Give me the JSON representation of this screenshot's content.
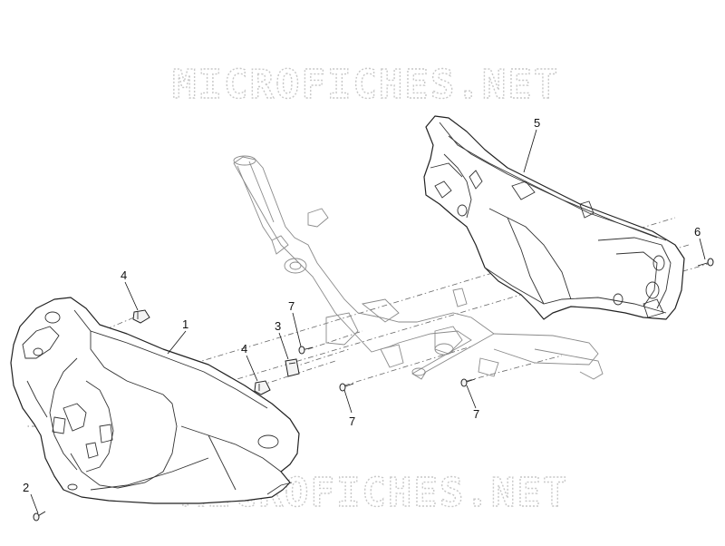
{
  "watermark": {
    "top": "MICROFICHES.NET",
    "bottom": "MICROFICHES.NET"
  },
  "callouts": [
    {
      "id": "c1",
      "label": "1"
    },
    {
      "id": "c2",
      "label": "2"
    },
    {
      "id": "c3",
      "label": "3"
    },
    {
      "id": "c4a",
      "label": "4"
    },
    {
      "id": "c4b",
      "label": "4"
    },
    {
      "id": "c5",
      "label": "5"
    },
    {
      "id": "c6",
      "label": "6"
    },
    {
      "id": "c7a",
      "label": "7"
    },
    {
      "id": "c7b",
      "label": "7"
    },
    {
      "id": "c7c",
      "label": "7"
    }
  ]
}
